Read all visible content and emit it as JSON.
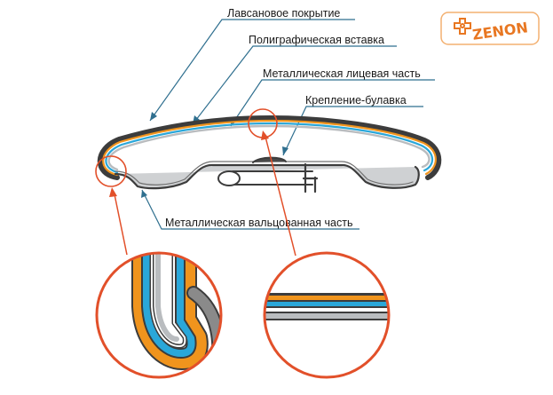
{
  "labels": {
    "lavsan": "Лавсановое покрытие",
    "poligraf": "Полиграфическая вставка",
    "metal_face": "Металлическая лицевая часть",
    "pin": "Крепление-булавка",
    "metal_rolled": "Металлическая вальцованная часть"
  },
  "logo": {
    "text": "ZENON",
    "icon": "ornament-cross-icon"
  },
  "colors": {
    "label_line": "#2f6f8f",
    "callout": "#e2502a",
    "orange_layer": "#f0941d",
    "blue_layer": "#2aa7d9",
    "gray_layer": "#b9bcbf",
    "outline": "#3c3c3c",
    "dark_metal": "#707070"
  }
}
